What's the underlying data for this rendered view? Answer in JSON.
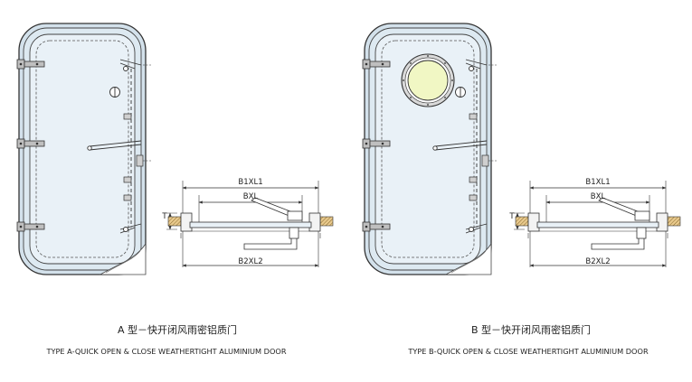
{
  "figures": [
    {
      "id": "A",
      "caption_cn": "A 型－快开闭风雨密铝质门",
      "caption_en": "TYPE A-QUICK OPEN & CLOSE WEATHERTIGHT ALUMINIUM DOOR",
      "has_porthole": false,
      "dimensions": {
        "outer": "B1XL1",
        "inner": "BXL",
        "bottom": "B2XL2",
        "thickness": "T"
      }
    },
    {
      "id": "B",
      "caption_cn": "B 型－快开闭风雨密铝质门",
      "caption_en": "TYPE B-QUICK OPEN & CLOSE WEATHERTIGHT ALUMINIUM DOOR",
      "has_porthole": true,
      "dimensions": {
        "outer": "B1XL1",
        "inner": "BXL",
        "bottom": "B2XL2",
        "thickness": "T"
      }
    }
  ],
  "colors": {
    "door_fill": "#dde9f1",
    "door_inner": "#e9f1f7",
    "porthole_glass": "#f1f7c4",
    "line": "#333333"
  }
}
